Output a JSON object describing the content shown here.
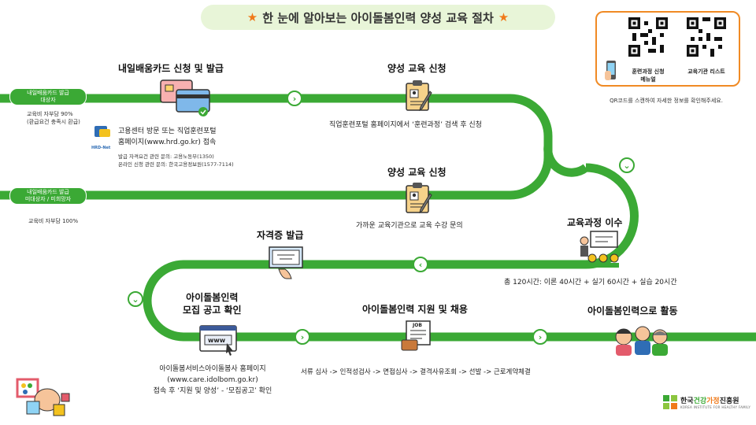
{
  "title": {
    "text": "한 눈에 알아보는 아이돌봄인력 양성 교육 절차",
    "star": "★"
  },
  "qr": {
    "items": [
      {
        "label_line1": "훈련과정 신청",
        "label_line2": "메뉴얼"
      },
      {
        "label_line1": "교육기관 리스트",
        "label_line2": ""
      }
    ],
    "note": "QR코드를 스캔하여 자세한 정보를 확인해주세요."
  },
  "side": {
    "target": {
      "line1": "내일배움카드 발급",
      "line2": "대상자",
      "note1": "교육비 자부담 90%",
      "note2": "(환급요건 충족시 환급)"
    },
    "non_target": {
      "line1": "내일배움카드 발급",
      "line2": "미대상자 / 미희망자",
      "note1": "교육비 자부담 100%"
    }
  },
  "steps": {
    "card": {
      "title": "내일배움카드 신청 및 발급",
      "desc1": "고용센터 방문 또는 직업훈련포털",
      "desc2": "홈페이지(www.hrd.go.kr) 접속",
      "small1": "발급 자격요건 관련 문의: 고용노동부(1350)",
      "small2": "온라인 신청 관련 문의: 한국고용정보원(1577-7114)",
      "hrd_logo": "HRD-Net"
    },
    "apply1": {
      "title": "양성 교육 신청",
      "desc": "직업훈련포털 홈페이지에서 ‘훈련과정’ 검색 후 신청"
    },
    "apply2": {
      "title": "양성 교육 신청",
      "desc": "가까운 교육기관으로 교육 수강 문의"
    },
    "course": {
      "title": "교육과정 이수",
      "desc": "총 120시간: 이론 40시간 + 실기 60시간 + 실습 20시간"
    },
    "cert": {
      "title": "자격증 발급"
    },
    "recruit_check": {
      "title1": "아이돌봄인력",
      "title2": "모집 공고 확인",
      "desc1": "아이돌봄서비스아이돌봄사 홈페이지",
      "desc2": "(www.care.idolbom.go.kr)",
      "desc3": "접속 후 ‘지원 및 양성’ - ‘모집공고’ 확인",
      "www": "www"
    },
    "hire": {
      "title": "아이돌봄인력 지원 및 채용",
      "desc": "서류 심사 -> 인적성검사 -> 면접심사 -> 결격사유조회 -> 선발 -> 근로계약체결",
      "job": "JOB"
    },
    "active": {
      "title": "아이돌봄인력으로 활동"
    }
  },
  "logo": {
    "name_pre": "한국",
    "name_mid1": "건강",
    "name_mid2": "가정",
    "name_post": "진흥원",
    "sub": "KOREA INSTITUTE FOR HEALTHY FAMILY"
  },
  "colors": {
    "track": "#3ba935",
    "accent": "#f07a1a",
    "qr_border": "#f08a24"
  }
}
